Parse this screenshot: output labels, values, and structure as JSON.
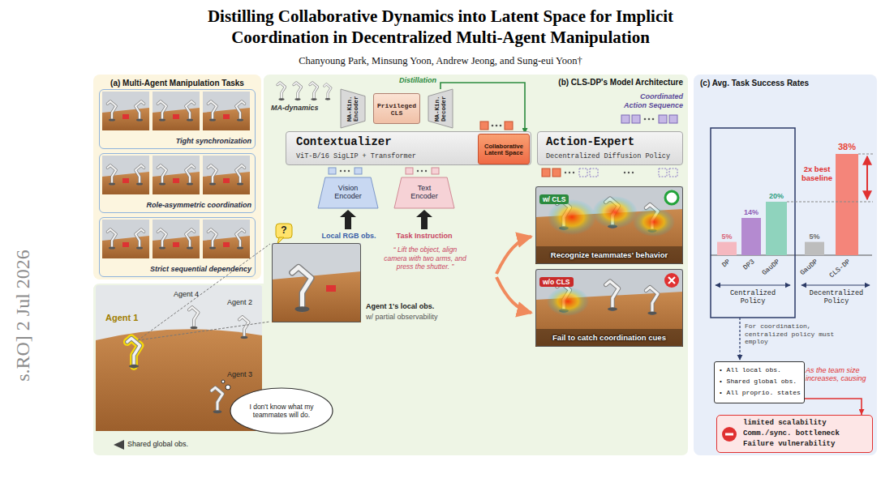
{
  "diagram": {
    "title": "Distilling Collaborative Dynamics into Latent Space for Implicit Coordination in Decentralized Multi-Agent Manipulation",
    "nodes": [
      {
        "text": [
          "(a) Multi-Agent Manipulation Tasks"
        ]
      },
      {
        "text": [
          "Tight synchronization"
        ],
        "in": 0
      },
      {
        "text": [
          "Role-asymmetric coordination"
        ],
        "in": 0
      },
      {
        "text": [
          "Strict sequential dependency"
        ],
        "in": 0
      },
      {
        "text": [
          "(b) CLS-DP's Model Architecture"
        ]
      },
      {
        "text": [
          "MA-Kin. Encoder"
        ],
        "in": 4
      },
      {
        "text": [
          "Privileged CLS"
        ],
        "in": 4
      },
      {
        "text": [
          "MA-Kin. Decoder"
        ],
        "in": 4
      },
      {
        "text": [
          "Contextualizer",
          "ViT-B/16 SigLIP + Transformer"
        ],
        "in": 4
      },
      {
        "text": [
          "Collaborative Latent Space"
        ],
        "in": 8
      },
      {
        "text": [
          "Action-Expert",
          "Decentralized Diffusion Policy"
        ],
        "in": 4
      },
      {
        "text": [
          "Vision Encoder"
        ],
        "in": 4
      },
      {
        "text": [
          "Text Encoder"
        ],
        "in": 4
      },
      {
        "text": [
          "w/ CLS",
          "Recognize teammates' behavior"
        ],
        "in": 4
      },
      {
        "text": [
          "w/o CLS",
          "Fail to catch coordination cues"
        ],
        "in": 4
      },
      {
        "text": [
          "Agent 1's local obs.",
          "w/ partial observability"
        ],
        "in": 4
      },
      {
        "text": [
          "I don't know what my teammates will do."
        ],
        "in": 4
      },
      {
        "text": [
          "(c) Avg. Task Success Rates"
        ]
      },
      {
        "text": [
          "• All local obs.",
          "• Shared global obs.",
          "• All proprio. states"
        ],
        "in": 17
      },
      {
        "text": [
          "limited scalability",
          "Comm./sync. bottleneck",
          "Failure vulnerability"
        ],
        "in": 17
      }
    ],
    "edges": [
      {
        "from": 7,
        "to": 9,
        "label": "Distillation",
        "arrow": "to"
      },
      {
        "from": 18,
        "to": 19,
        "label": "As the team size increases, causing",
        "arrow": "to"
      }
    ],
    "labels": [
      "s.RO] 2 Jul 2026",
      "Chanyoung Park, Minsung Yoon, Andrew Jeong, and Sung-eui Yoon†",
      "MA-dynamics",
      "Coordinated Action Sequence",
      "Local RGB obs.",
      "Task Instruction",
      "“ Lift the object, align camera with two arms, and press the shutter. ”",
      "?",
      "Agent 4",
      "Agent 2",
      "Agent 1",
      "Agent 3",
      "Shared global obs.",
      "5%",
      "14%",
      "20%",
      "5%",
      "38%",
      "2x best baseline",
      "DP",
      "DP3",
      "GauDP",
      "GauDP",
      "CLS-DP",
      "Centralized Policy",
      "Decentralized Policy",
      "For coordination, centralized policy must employ"
    ]
  }
}
